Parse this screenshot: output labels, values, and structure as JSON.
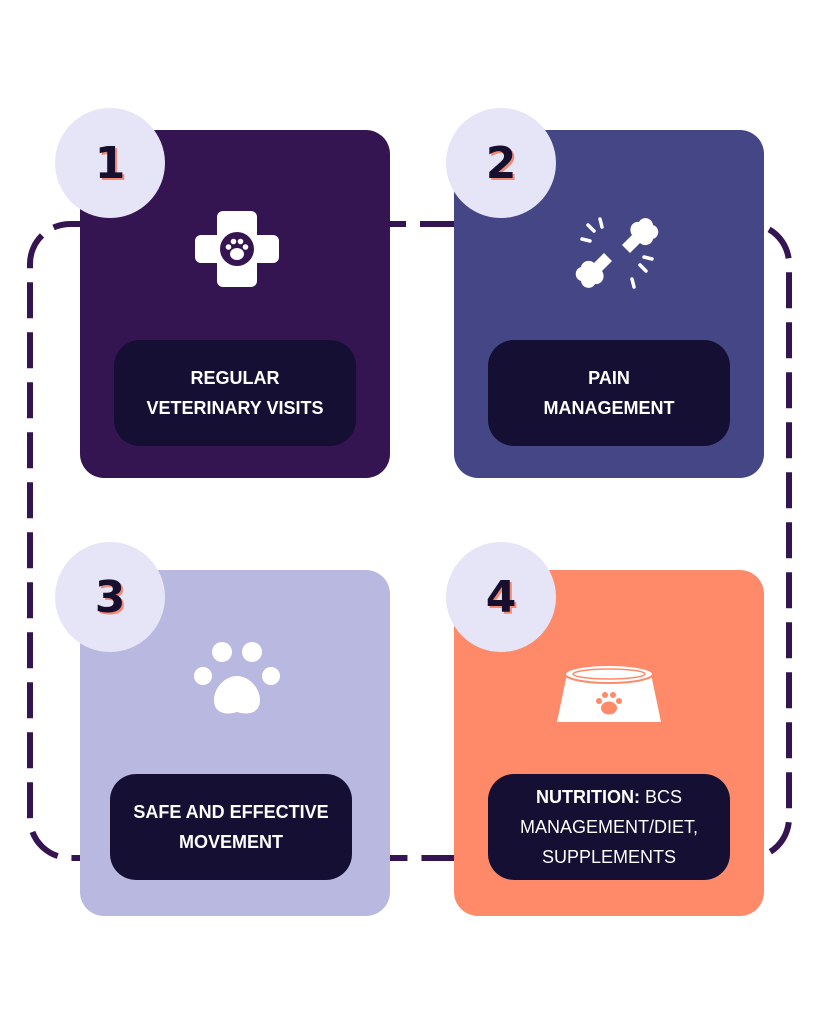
{
  "colors": {
    "connector": "#341552",
    "number_circle": "#e6e4f7",
    "number_text": "#160f2e",
    "number_shadow": "#f08a75",
    "label_bg": "#150f33",
    "label_text": "#ffffff",
    "icon_fill": "#ffffff",
    "paw_accent_1": "#341552",
    "paw_accent_4": "#ff8a6a"
  },
  "steps": [
    {
      "number": "1",
      "bg": "#341552",
      "icon": "medical-cross-paw-icon",
      "label_line1": "REGULAR",
      "label_line2": "VETERINARY VISITS"
    },
    {
      "number": "2",
      "bg": "#454685",
      "icon": "broken-bone-pain-icon",
      "label_line1": "PAIN",
      "label_line2": "MANAGEMENT"
    },
    {
      "number": "3",
      "bg": "#b8b8e0",
      "icon": "paw-print-icon",
      "label_line1": "SAFE AND EFFECTIVE",
      "label_line2": "MOVEMENT"
    },
    {
      "number": "4",
      "bg": "#ff8a6a",
      "icon": "pet-food-bowl-icon",
      "label_bold": "NUTRITION:",
      "label_rest1": "BCS",
      "label_line2": "MANAGEMENT/DIET,",
      "label_line3": "SUPPLEMENTS"
    }
  ]
}
